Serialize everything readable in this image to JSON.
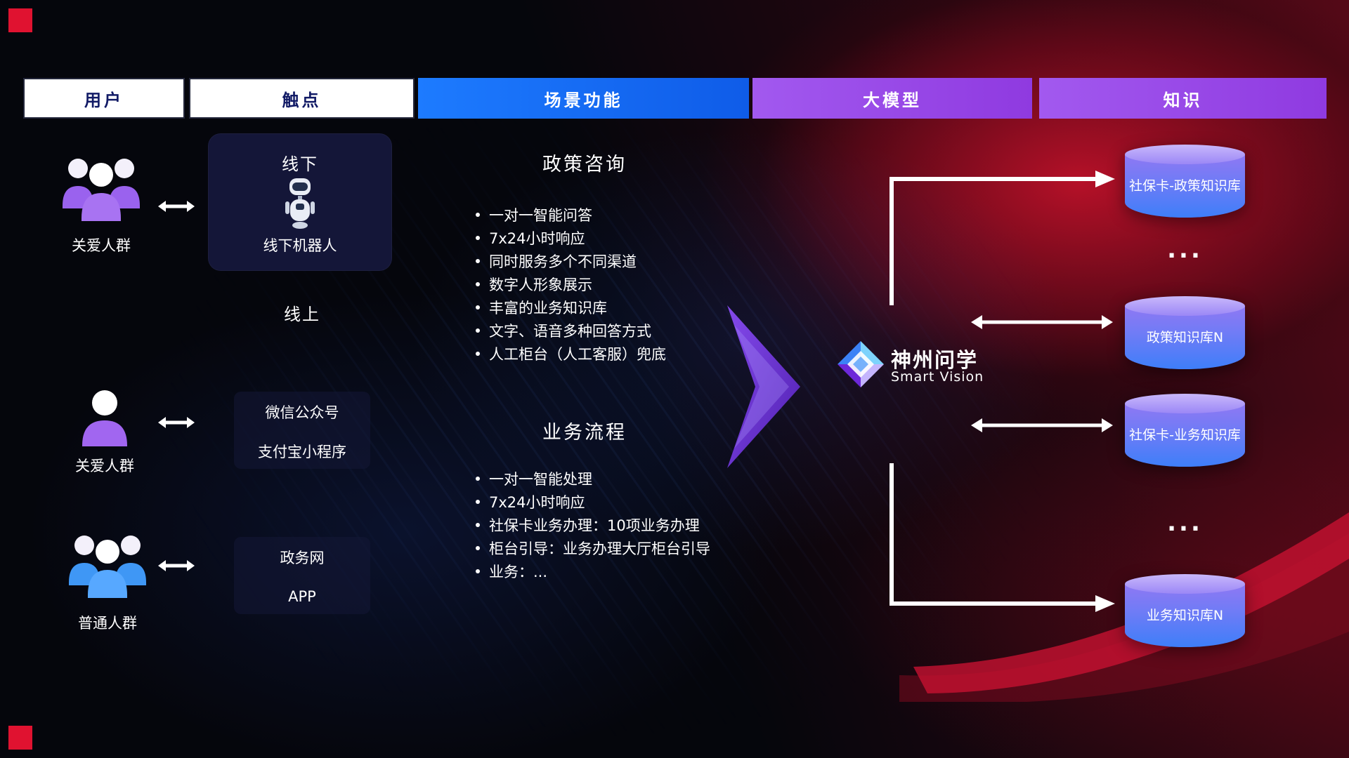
{
  "colors": {
    "accent_red": "#e01230",
    "header_blue": "#1d7bff",
    "header_purple": "#9b4fe0",
    "cylinder_purple": "#8f78f3",
    "cylinder_blue": "#3e7ef9"
  },
  "headers": {
    "col1": "用户",
    "col2": "触点",
    "col3": "场景功能",
    "col4": "大模型",
    "col5": "知识"
  },
  "users": {
    "group1": "关爱人群",
    "group2": "关爱人群",
    "group3": "普通人群"
  },
  "touchpoints": {
    "offline_title": "线下",
    "robot_label": "线下机器人",
    "online_title": "线上",
    "channel1": "微信公众号",
    "channel2": "支付宝小程序",
    "channel3": "政务网",
    "channel4": "APP"
  },
  "policy": {
    "title": "政策咨询",
    "items": [
      "一对一智能问答",
      "7x24小时响应",
      "同时服务多个不同渠道",
      "数字人形象展示",
      "丰富的业务知识库",
      "文字、语音多种回答方式",
      "人工柜台（人工客服）兜底"
    ]
  },
  "business": {
    "title": "业务流程",
    "items": [
      "一对一智能处理",
      "7x24小时响应",
      "社保卡业务办理：10项业务办理",
      "柜台引导：业务办理大厅柜台引导",
      "业务：..."
    ]
  },
  "model": {
    "name": "神州问学",
    "subtitle": "Smart Vision"
  },
  "knowledge": {
    "db1": "社保卡-政策知识库",
    "db2": "政策知识库N",
    "db3": "社保卡-业务知识库",
    "db4": "业务知识库N",
    "ellipsis": "..."
  }
}
